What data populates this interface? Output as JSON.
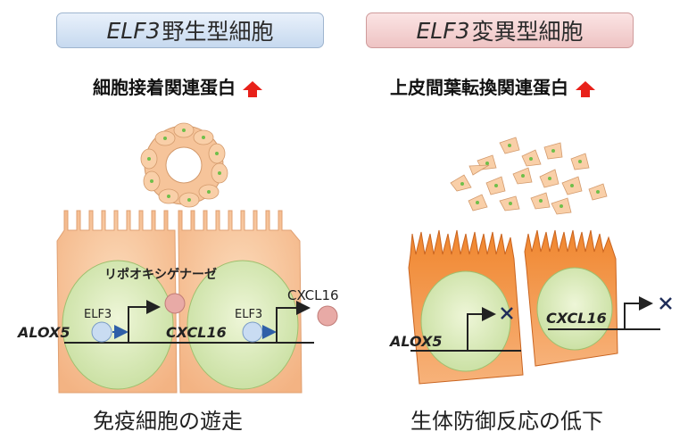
{
  "header_wild": {
    "gene": "ELF3",
    "text": "野生型細胞"
  },
  "header_mutant": {
    "gene": "ELF3",
    "text": "変異型細胞"
  },
  "subtitle_wild": "細胞接着関連蛋白",
  "subtitle_mutant": "上皮間葉転換関連蛋白",
  "labels": {
    "lipoxygenase": "リポオキシゲナーゼ",
    "alox5": "ALOX5",
    "cxcl16": "CXCL16",
    "elf3": "ELF3",
    "cxcl16_protein": "CXCL16"
  },
  "bottom_wild": "免疫細胞の遊走",
  "bottom_mutant": "生体防御反応の低下",
  "colors": {
    "up_arrow": "#e8211a",
    "cell_wild": "#f9c9a0",
    "cell_mutant": "#f08a3a",
    "nucleus": "#d9eab5",
    "elf3_circle": "#c9dcf2",
    "protein_circle": "#e8aaa6",
    "cross": "#1f2d5a"
  }
}
